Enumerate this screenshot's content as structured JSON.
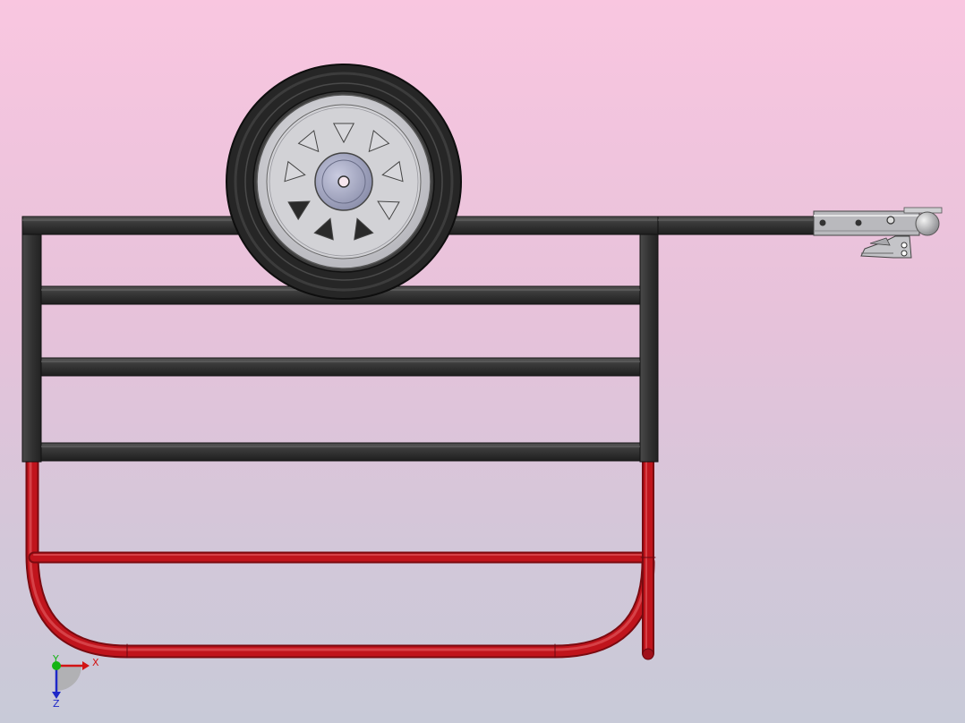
{
  "viewport": {
    "background_top": "#f9c6e0",
    "background_bottom": "#c8cad8"
  },
  "colors": {
    "frame": "#3a3a3a",
    "frame_dark": "#1e1e1e",
    "tube": "#c0141c",
    "tube_highlight": "#e0343a",
    "tire": "#2d2d2d",
    "rim": "#c9c9cc",
    "hub": "#9a9eb8",
    "coupler": "#b8b8bc"
  },
  "triad": {
    "x_label": "X",
    "y_label": "Y",
    "z_label": "Z",
    "x_color": "#d21414",
    "y_color": "#14b414",
    "z_color": "#1e28c8"
  }
}
